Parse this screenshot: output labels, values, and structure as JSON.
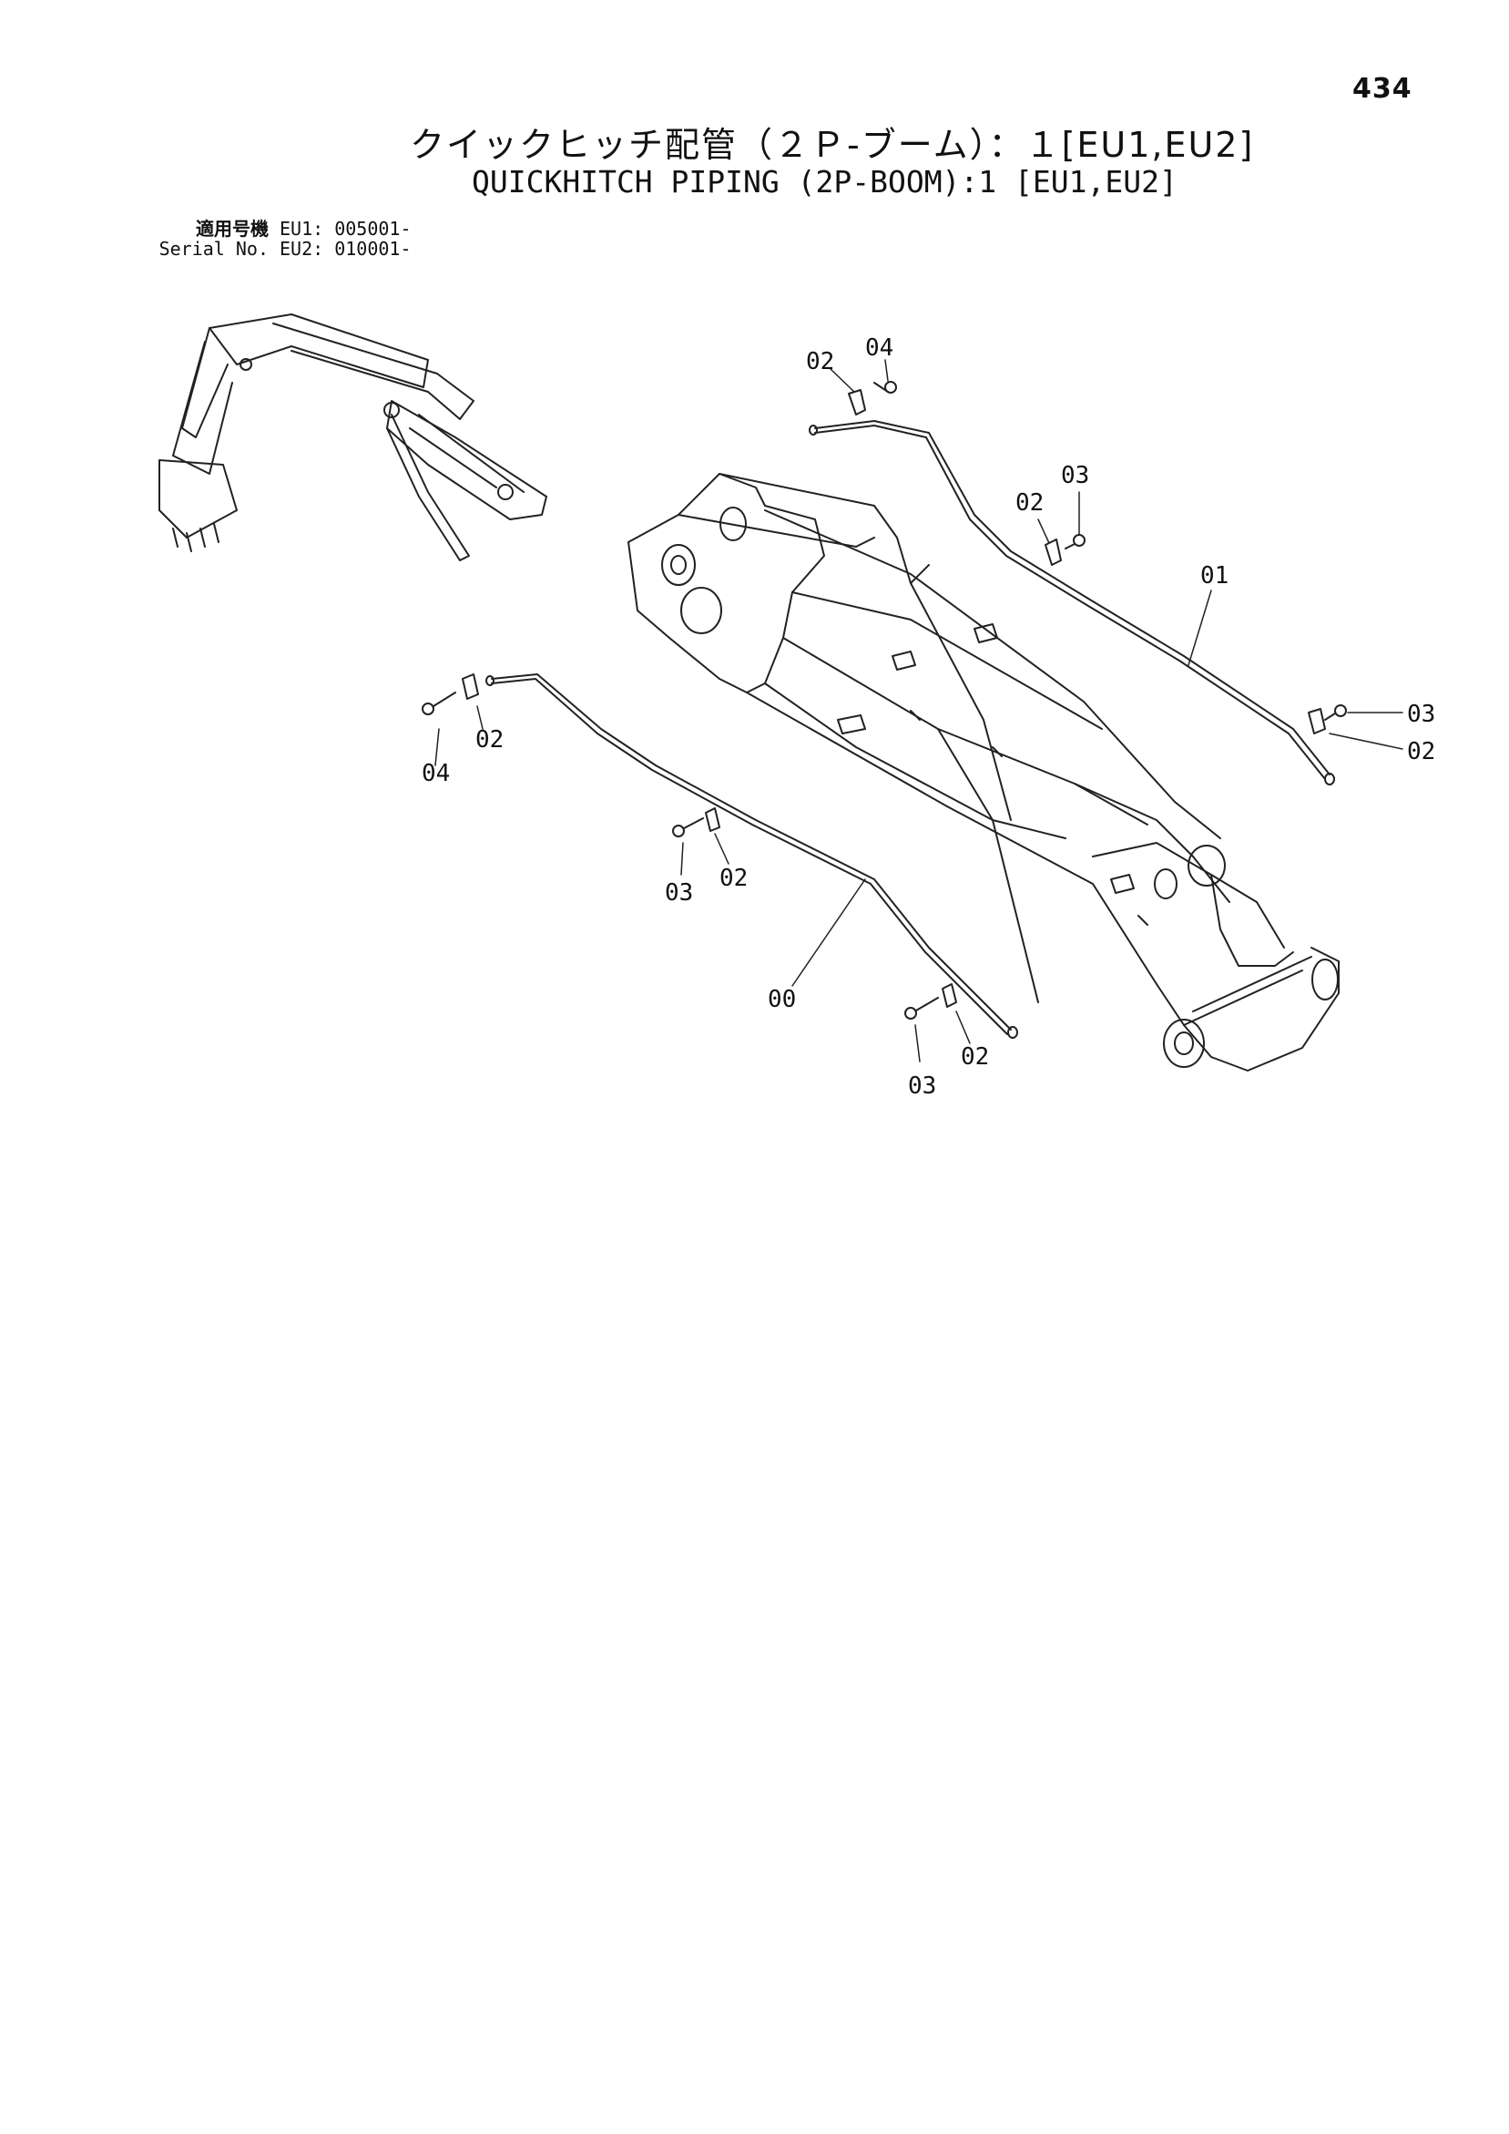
{
  "page_number": "434",
  "title_jp": "クイックヒッチ配管（２Ｐ-ブーム）：１[EU1,EU2]",
  "title_en": "QUICKHITCH PIPING (2P-BOOM):1 [EU1,EU2]",
  "serial": {
    "label_jp": "適用号機",
    "label_en": "Serial No.",
    "eu1": "EU1: 005001-",
    "eu2": "EU2: 010001-"
  },
  "callouts": {
    "c00": "00",
    "c01": "01",
    "c02a": "02",
    "c04a": "04",
    "c02b": "02",
    "c03a": "03",
    "c03b": "03",
    "c02c": "02",
    "c04b": "04",
    "c02d": "02",
    "c03c": "03",
    "c02e": "02",
    "c03d": "03",
    "c02f": "02"
  }
}
